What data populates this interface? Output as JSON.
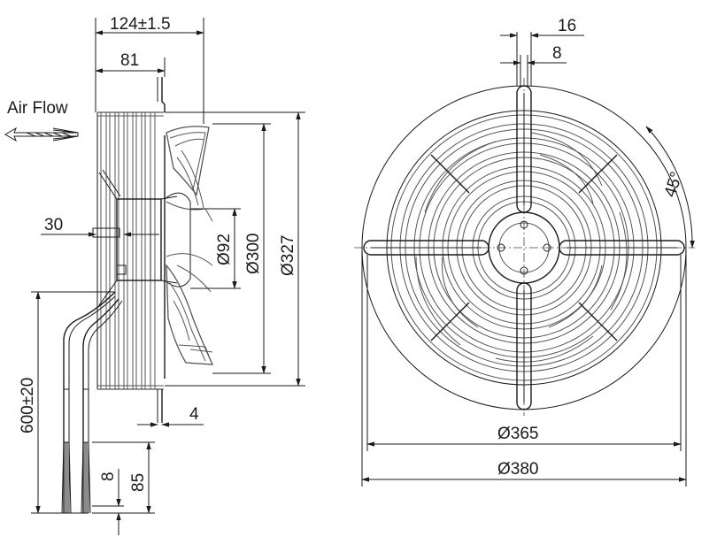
{
  "side_view": {
    "air_flow_label": "Air Flow",
    "dims": {
      "overall_depth": "124±1.5",
      "hub_depth": "81",
      "grid_offset": "30",
      "hub_diameter": "Ø92",
      "blade_diameter": "Ø300",
      "body_diameter": "Ø327",
      "cable_length": "600±20",
      "wire_strip": "8",
      "wire_lead": "85",
      "bracket_thickness": "4"
    }
  },
  "front_view": {
    "dims": {
      "bar_width": "16",
      "bar_inner": "8",
      "angle": "45°",
      "hole_circle_diameter": "Ø365",
      "outer_diameter": "Ø380"
    }
  }
}
